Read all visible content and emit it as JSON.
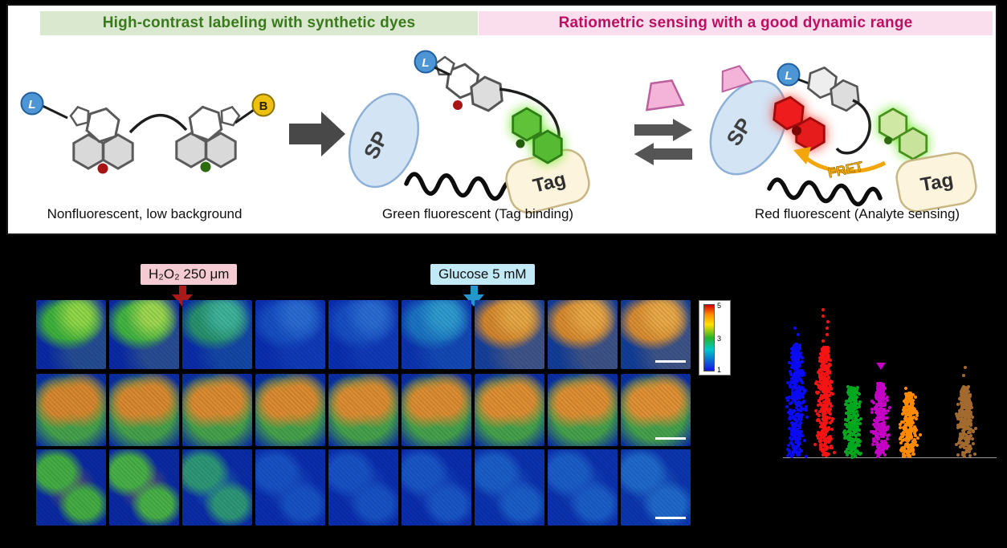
{
  "scheme": {
    "header_left": "High-contrast labeling with synthetic dyes",
    "header_right": "Ratiometric sensing with a good dynamic range",
    "caption_left": "Nonfluorescent, low background",
    "caption_middle": "Green fluorescent (Tag binding)",
    "caption_right": "Red fluorescent (Analyte sensing)",
    "labels": {
      "ligand": "L",
      "biotin": "B",
      "protein": "SP",
      "tag": "Tag",
      "fret": "FRET"
    },
    "colors": {
      "header_green_bg": "#d9e8ce",
      "header_green_text": "#3a7a1c",
      "header_pink_bg": "#fbdeed",
      "header_pink_text": "#bc0f62",
      "ligand_circle": "#4d95d4",
      "biotin_circle": "#eec010",
      "sp_blob": "#d3e4f5",
      "tag_blob": "#fdf4dd",
      "analyte_trapezoid": "#f4b3d8",
      "green_fluorophore": "#5ec238",
      "red_fluorophore": "#ee1f1f",
      "fret_arrow": "#f2a60a"
    }
  },
  "imaging": {
    "h2o2_label": "H₂O₂ 250 μm",
    "glucose_label": "Glucose 5 mM",
    "colorbar": {
      "tick_top": "5",
      "tick_mid": "3",
      "tick_bottom": "1"
    },
    "rows": [
      {
        "pattern": "single-blob",
        "tiles": [
          {
            "base": "#0a2aa6",
            "blob": "#3db23d",
            "accent": "#90d848"
          },
          {
            "base": "#0a2aa6",
            "blob": "#42b542",
            "accent": "#9ed850"
          },
          {
            "base": "#0a2caa",
            "blob": "#27926e",
            "accent": "#3fb49c"
          },
          {
            "base": "#0a2eb2",
            "blob": "#164fc4",
            "accent": "#2a6cd4"
          },
          {
            "base": "#0a2eb2",
            "blob": "#164fc4",
            "accent": "#2a6cd4"
          },
          {
            "base": "#0c34b0",
            "blob": "#1a74c4",
            "accent": "#2f9cd0"
          },
          {
            "base": "#15409c",
            "blob": "#d4882e",
            "accent": "#e7a845"
          },
          {
            "base": "#123e98",
            "blob": "#d88c30",
            "accent": "#eaa846"
          },
          {
            "base": "#123e98",
            "blob": "#da8e32",
            "accent": "#eaaa48"
          }
        ]
      },
      {
        "pattern": "twin-blobs",
        "tiles": [
          {
            "base": "#0a2ea4",
            "blob": "#d8882f",
            "accent": "#46a34c"
          },
          {
            "base": "#0a2ea4",
            "blob": "#da8a30",
            "accent": "#46a34c"
          },
          {
            "base": "#0a2ea4",
            "blob": "#dc8c31",
            "accent": "#46a34c"
          },
          {
            "base": "#0a2ea4",
            "blob": "#dc8c31",
            "accent": "#46a34c"
          },
          {
            "base": "#0a2ea4",
            "blob": "#de8e32",
            "accent": "#46a34c"
          },
          {
            "base": "#0a2ea4",
            "blob": "#de8e32",
            "accent": "#46a34c"
          },
          {
            "base": "#0a2ea4",
            "blob": "#e09033",
            "accent": "#46a34c"
          },
          {
            "base": "#0a2ea4",
            "blob": "#e09033",
            "accent": "#46a34c"
          },
          {
            "base": "#0a2ea4",
            "blob": "#e29235",
            "accent": "#46a34c"
          }
        ]
      },
      {
        "pattern": "diagonal",
        "tiles": [
          {
            "base": "#0a2aa4",
            "blob": "#44ae44",
            "accent": "#cc8c30"
          },
          {
            "base": "#0a2aa4",
            "blob": "#48b148",
            "accent": "#d28e32"
          },
          {
            "base": "#0a2ca8",
            "blob": "#2d9878",
            "accent": "#3fb4a4"
          },
          {
            "base": "#0a2eb0",
            "blob": "#1752c6",
            "accent": "#2a70d6"
          },
          {
            "base": "#0a2eb0",
            "blob": "#1752c6",
            "accent": "#2a70d6"
          },
          {
            "base": "#0a2eb0",
            "blob": "#1956c8",
            "accent": "#2a72d8"
          },
          {
            "base": "#0b32b0",
            "blob": "#1a5eca",
            "accent": "#2c7cda"
          },
          {
            "base": "#0b32b0",
            "blob": "#1a5eca",
            "accent": "#2c7cda"
          },
          {
            "base": "#0c36b0",
            "blob": "#1f6acc",
            "accent": "#3288da"
          }
        ]
      }
    ]
  },
  "chart_data": {
    "type": "scatter",
    "title": "",
    "xlabel": "",
    "ylabel": "",
    "ylim": [
      0,
      1
    ],
    "legend": "none",
    "grid": false,
    "groups": [
      {
        "name": "blue",
        "color": "#0a0af5",
        "slot": 0,
        "top": 0.72,
        "outliers": [
          0.78,
          0.82
        ]
      },
      {
        "name": "red",
        "color": "#f51414",
        "slot": 1,
        "top": 0.7,
        "outliers": [
          0.74,
          0.78,
          0.82,
          0.86,
          0.9,
          0.94
        ]
      },
      {
        "name": "green",
        "color": "#00a81e",
        "slot": 2,
        "top": 0.45,
        "outliers": []
      },
      {
        "name": "magenta",
        "color": "#c400c4",
        "slot": 3,
        "top": 0.47,
        "outliers": [],
        "triangle": 0.56
      },
      {
        "name": "orange",
        "color": "#ff8a00",
        "slot": 4,
        "top": 0.41,
        "outliers": [
          0.44
        ]
      },
      {
        "name": "brown",
        "color": "#a26a2e",
        "slot": 6,
        "top": 0.45,
        "outliers": [
          0.52,
          0.57
        ]
      }
    ]
  }
}
